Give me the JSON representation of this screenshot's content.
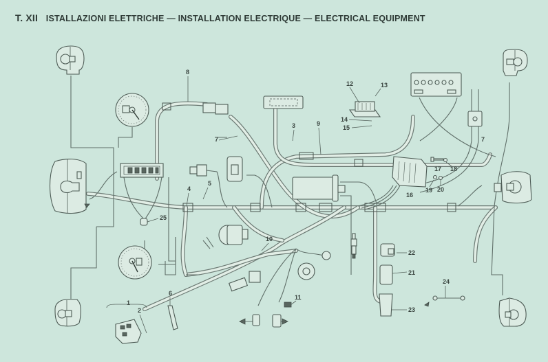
{
  "title": {
    "plate": "T. XII",
    "text": "ISTALLAZIONI ELETTRICHE — INSTALLATION ELECTRIQUE — ELECTRICAL EQUIPMENT"
  },
  "colors": {
    "background": "#cde6dc",
    "line": "#5f6e68",
    "text": "#2e3a36"
  },
  "components": [
    {
      "id": "headlamp",
      "icon": "headlamp-icon"
    },
    {
      "id": "front-left-indicator",
      "icon": "indicator-lamp-icon"
    },
    {
      "id": "front-right-indicator",
      "icon": "indicator-lamp-icon"
    },
    {
      "id": "rear-left-indicator",
      "icon": "indicator-lamp-icon"
    },
    {
      "id": "rear-right-indicator",
      "icon": "indicator-lamp-icon"
    },
    {
      "id": "tail-lamp",
      "icon": "tail-lamp-icon"
    },
    {
      "id": "speedometer",
      "icon": "gauge-icon"
    },
    {
      "id": "tachometer",
      "icon": "gauge-icon"
    },
    {
      "id": "warning-light-panel",
      "icon": "warning-panel-icon"
    },
    {
      "id": "battery",
      "icon": "battery-icon"
    },
    {
      "id": "ignition-coil",
      "icon": "coil-icon"
    },
    {
      "id": "rectifier",
      "icon": "rectifier-icon"
    },
    {
      "id": "flasher-unit",
      "icon": "flasher-icon"
    },
    {
      "id": "ignition-switch",
      "icon": "key-switch-icon"
    },
    {
      "id": "horn-relay",
      "icon": "relay-icon"
    },
    {
      "id": "spark-plug",
      "icon": "spark-plug-icon"
    },
    {
      "id": "alternator-stator",
      "icon": "stator-icon"
    },
    {
      "id": "fuse-box",
      "icon": "fuse-box-icon"
    }
  ],
  "callouts": [
    {
      "n": "1"
    },
    {
      "n": "2"
    },
    {
      "n": "3"
    },
    {
      "n": "4"
    },
    {
      "n": "5"
    },
    {
      "n": "6"
    },
    {
      "n": "7"
    },
    {
      "n": "8"
    },
    {
      "n": "9"
    },
    {
      "n": "10"
    },
    {
      "n": "11"
    },
    {
      "n": "12"
    },
    {
      "n": "13"
    },
    {
      "n": "14"
    },
    {
      "n": "15"
    },
    {
      "n": "16"
    },
    {
      "n": "17"
    },
    {
      "n": "18"
    },
    {
      "n": "19"
    },
    {
      "n": "20"
    },
    {
      "n": "21"
    },
    {
      "n": "22"
    },
    {
      "n": "23"
    },
    {
      "n": "24"
    },
    {
      "n": "25"
    },
    {
      "n": "7"
    }
  ]
}
